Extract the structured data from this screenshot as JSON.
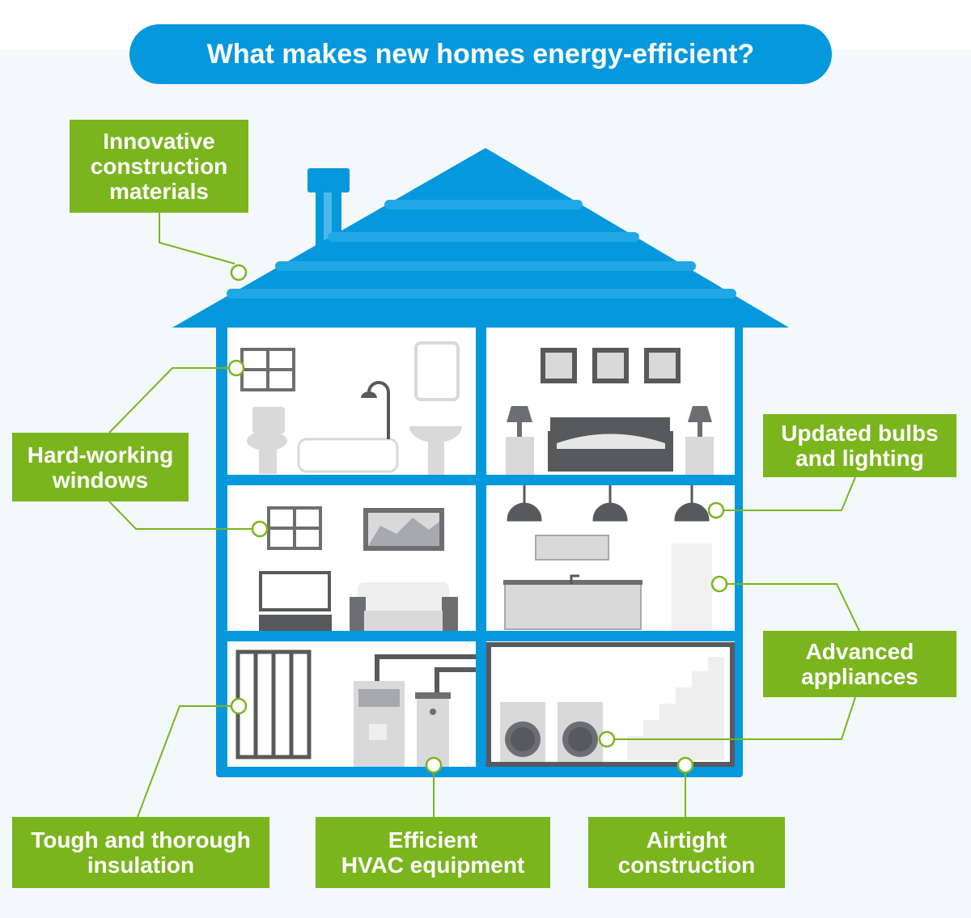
{
  "title": "What makes new homes energy-efficient?",
  "labels": {
    "materials": [
      "Innovative",
      "construction",
      "materials"
    ],
    "windows": [
      "Hard-working",
      "windows"
    ],
    "lighting": [
      "Updated bulbs",
      "and lighting"
    ],
    "appliances": [
      "Advanced",
      "appliances"
    ],
    "insulation": [
      "Tough and thorough",
      "insulation"
    ],
    "hvac": [
      "Efficient",
      "HVAC equipment"
    ],
    "airtight": [
      "Airtight",
      "construction"
    ]
  },
  "colors": {
    "blue": "#0598dc",
    "green": "#7ab51d",
    "gray": "#58595b",
    "lightgray": "#d9d9d9"
  }
}
